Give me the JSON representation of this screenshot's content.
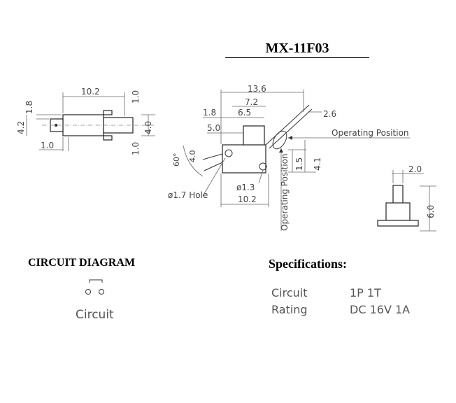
{
  "title": "MX-11F03",
  "left_view": {
    "dims": {
      "length": "10.2",
      "height": "1.8",
      "width": "4.2",
      "right_width": "4.0",
      "foot": "1.0",
      "top_right": "1.0",
      "bottom_right": "1.0"
    }
  },
  "side_view": {
    "dims": {
      "overall": "13.6",
      "inner": "7.2",
      "a": "1.8",
      "b": "6.5",
      "c": "5.0",
      "lever": "2.6",
      "angle": "60°",
      "radius": "4.0",
      "v1": "1.5",
      "v2": "4.1",
      "pin": "ø1.3",
      "base": "10.2",
      "hole": "ø1.7 Hole"
    },
    "operating_position_h": "Operating Position",
    "operating_position_v": "Operating Position"
  },
  "end_view": {
    "dims": {
      "top": "2.0",
      "height": "6.0"
    }
  },
  "circuit": {
    "heading": "CIRCUIT DIAGRAM",
    "label": "Circuit"
  },
  "specifications": {
    "heading": "Specifications:",
    "rows": [
      {
        "key": "Circuit",
        "value": "1P  1T"
      },
      {
        "key": "Rating",
        "value": "DC  16V  1A"
      }
    ]
  }
}
